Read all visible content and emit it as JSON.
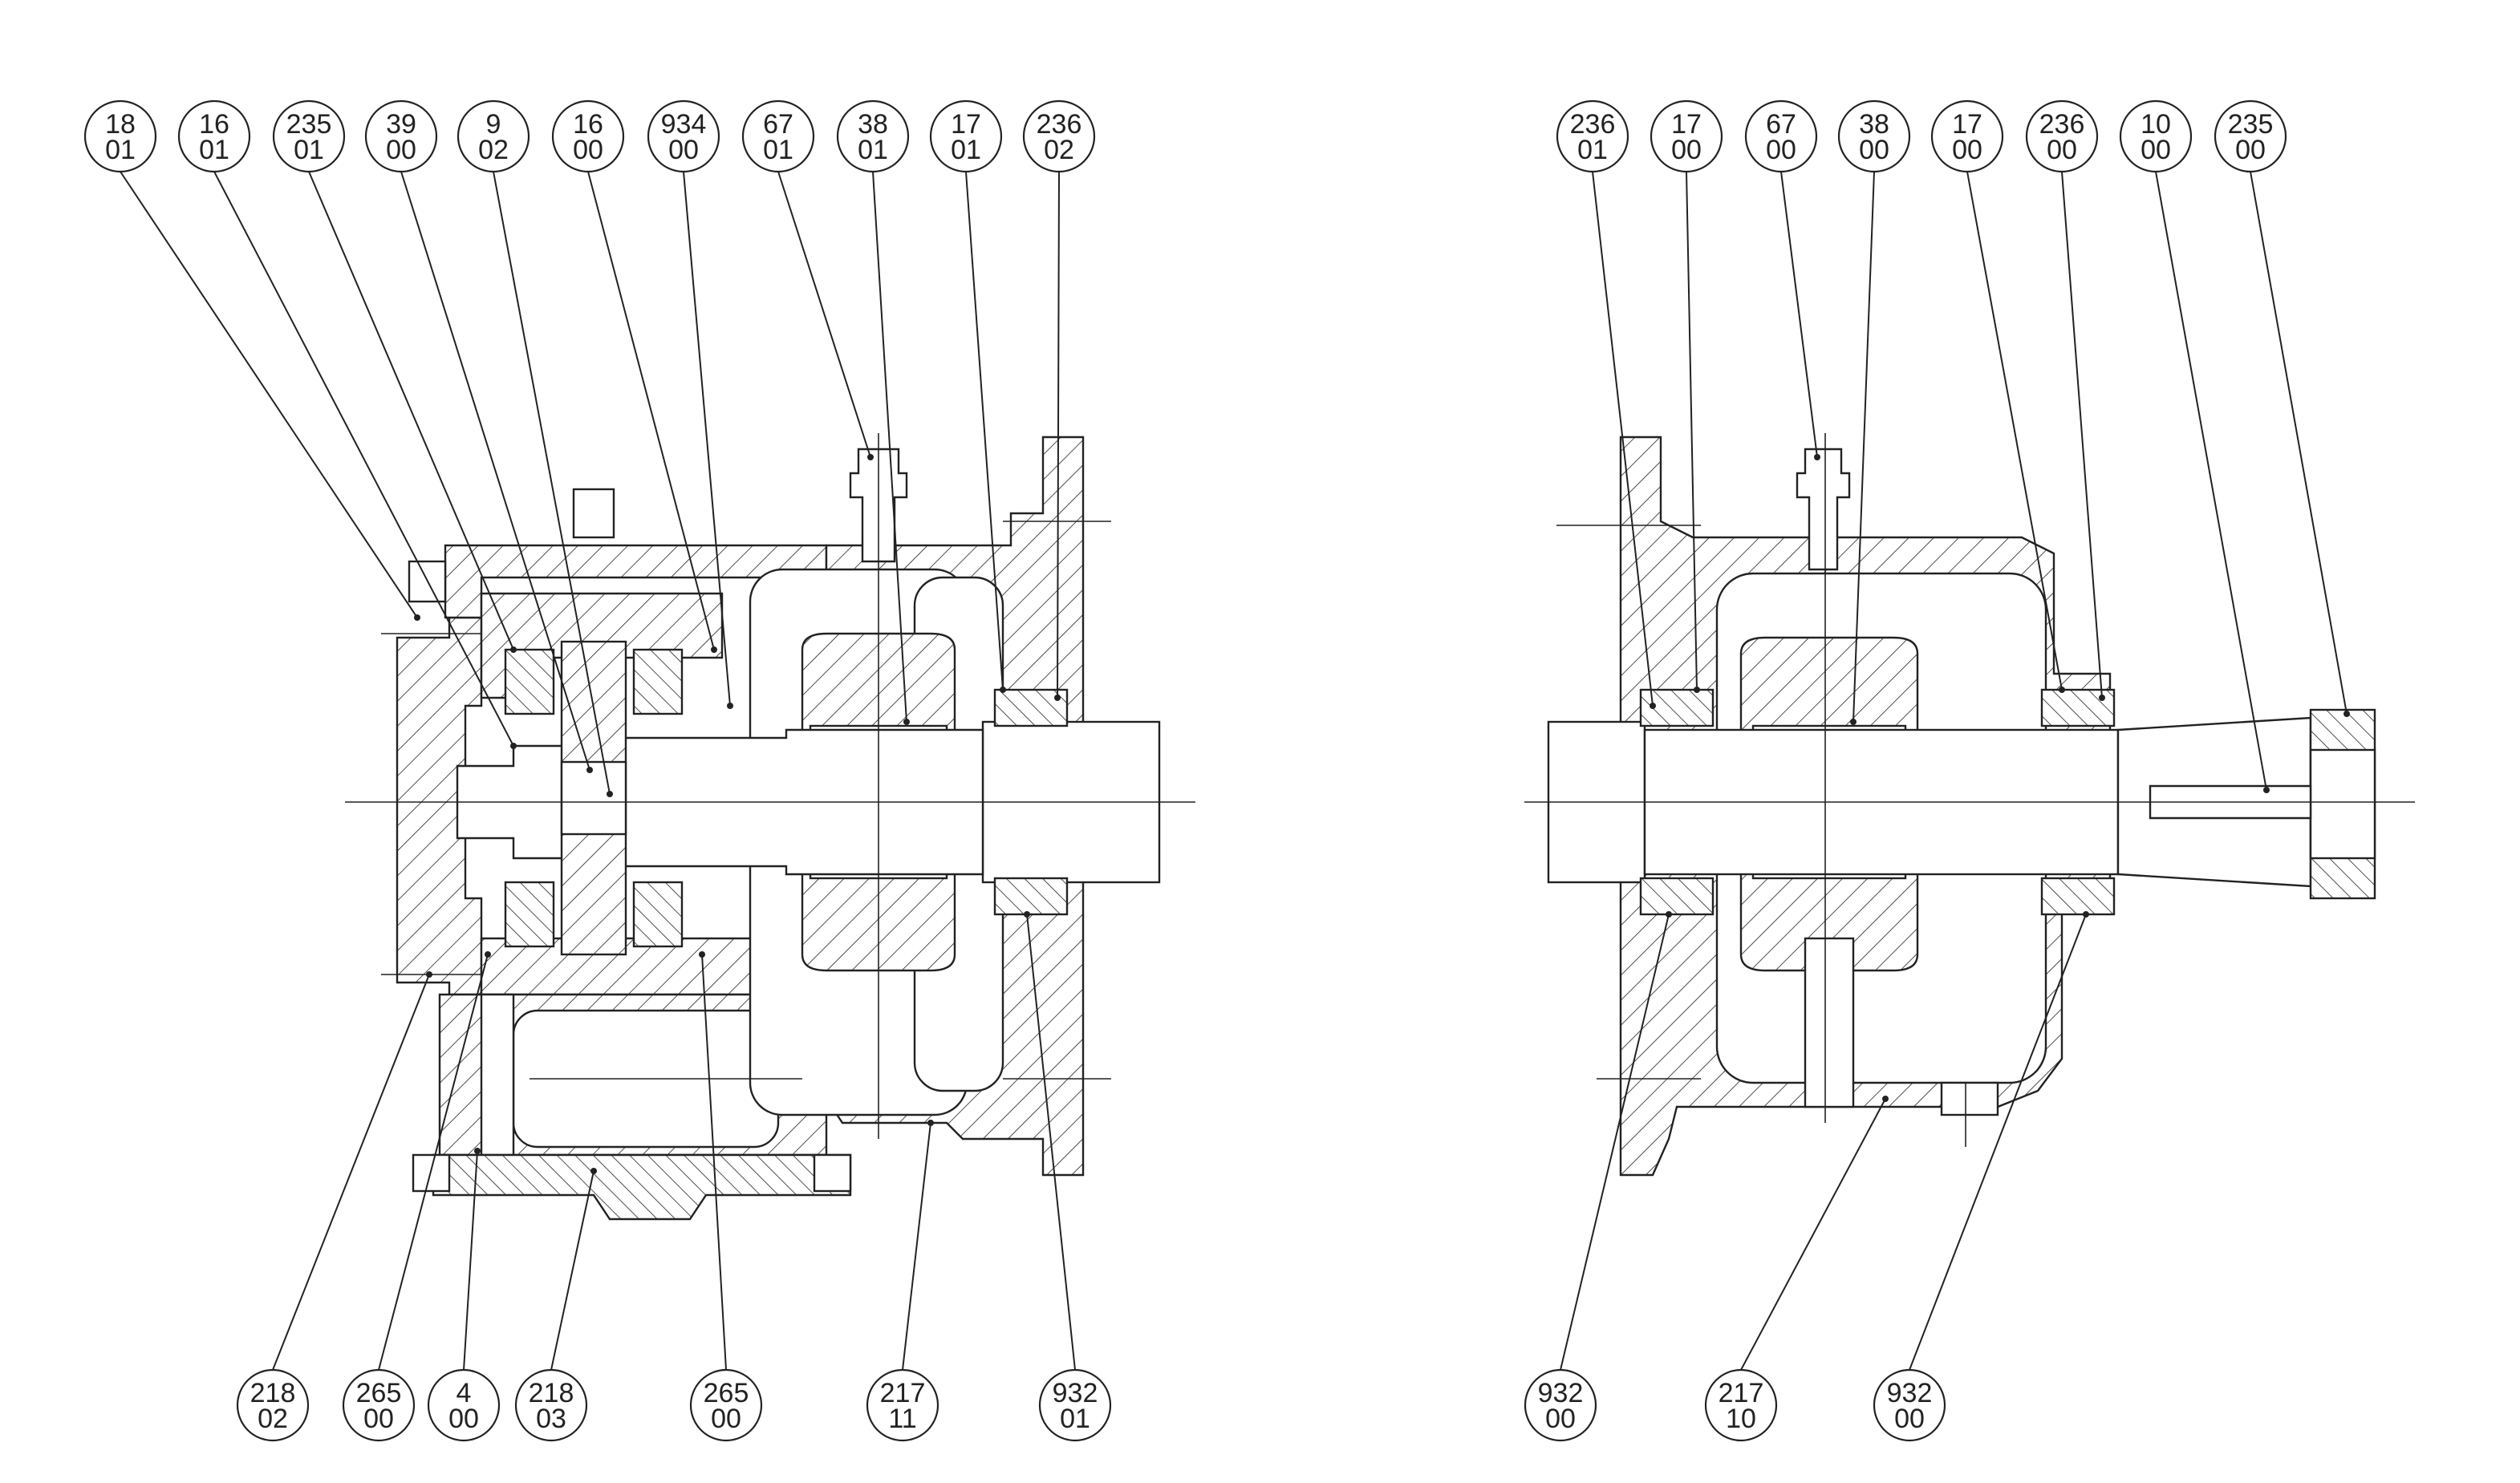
{
  "colors": {
    "line": "#222222",
    "background": "#ffffff"
  },
  "left_view": {
    "top_balloons": [
      {
        "l1": "18",
        "l2": "01"
      },
      {
        "l1": "16",
        "l2": "01"
      },
      {
        "l1": "235",
        "l2": "01"
      },
      {
        "l1": "39",
        "l2": "00"
      },
      {
        "l1": "9",
        "l2": "02"
      },
      {
        "l1": "16",
        "l2": "00"
      },
      {
        "l1": "934",
        "l2": "00"
      },
      {
        "l1": "67",
        "l2": "01"
      },
      {
        "l1": "38",
        "l2": "01"
      },
      {
        "l1": "17",
        "l2": "01"
      },
      {
        "l1": "236",
        "l2": "02"
      }
    ],
    "bottom_balloons": [
      {
        "l1": "218",
        "l2": "02"
      },
      {
        "l1": "265",
        "l2": "00"
      },
      {
        "l1": "4",
        "l2": "00"
      },
      {
        "l1": "218",
        "l2": "03"
      },
      {
        "l1": "265",
        "l2": "00"
      },
      {
        "l1": "217",
        "l2": "11"
      },
      {
        "l1": "932",
        "l2": "01"
      }
    ]
  },
  "right_view": {
    "top_balloons": [
      {
        "l1": "236",
        "l2": "01"
      },
      {
        "l1": "17",
        "l2": "00"
      },
      {
        "l1": "67",
        "l2": "00"
      },
      {
        "l1": "38",
        "l2": "00"
      },
      {
        "l1": "17",
        "l2": "00"
      },
      {
        "l1": "236",
        "l2": "00"
      },
      {
        "l1": "10",
        "l2": "00"
      },
      {
        "l1": "235",
        "l2": "00"
      }
    ],
    "bottom_balloons": [
      {
        "l1": "932",
        "l2": "00"
      },
      {
        "l1": "217",
        "l2": "10"
      },
      {
        "l1": "932",
        "l2": "00"
      }
    ]
  }
}
